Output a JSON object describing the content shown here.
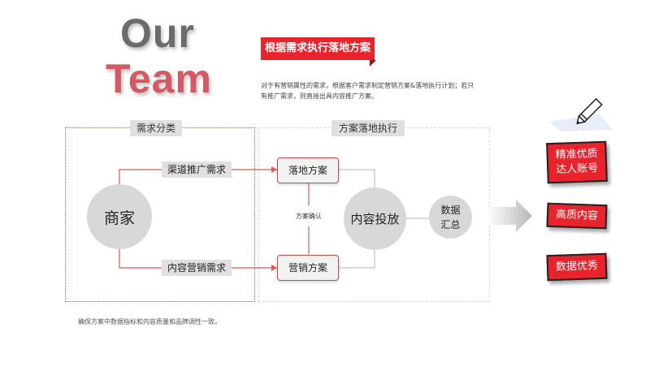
{
  "hero": {
    "line1": "Our",
    "line2": "Team"
  },
  "ribbon": {
    "title": "根据需求执行落地方案"
  },
  "intro": {
    "text": "对于有营销属性的需求，根据客户需求制定营销方案&落地执行计划；若只有推广需求，则直接出具内容推广方案。"
  },
  "left_section": {
    "label": "需求分类"
  },
  "right_section": {
    "label": "方案落地执行"
  },
  "merchant": {
    "label": "商家"
  },
  "channel_need": {
    "label": "渠道推广需求"
  },
  "content_need": {
    "label": "内容营销需求"
  },
  "landing_plan": {
    "label": "落地方案"
  },
  "marketing_plan": {
    "label": "营销方案"
  },
  "confirm": {
    "label": "方案确认"
  },
  "delivery": {
    "label": "内容投放"
  },
  "summary": {
    "label": "数据汇总"
  },
  "tags": {
    "precise": "精准优质达人账号",
    "quality": "高质内容",
    "data": "数据优秀"
  },
  "footnote": {
    "text": "确保方案中数据指标和内容质量和品牌调性一致。"
  },
  "colors": {
    "accent": "#e8232c",
    "gray": "#d8d8d8",
    "hero_gray": "#6b6b6b",
    "hero_red": "#d15a64"
  },
  "icons": [
    "pencil-icon",
    "arrow-right-icon"
  ]
}
